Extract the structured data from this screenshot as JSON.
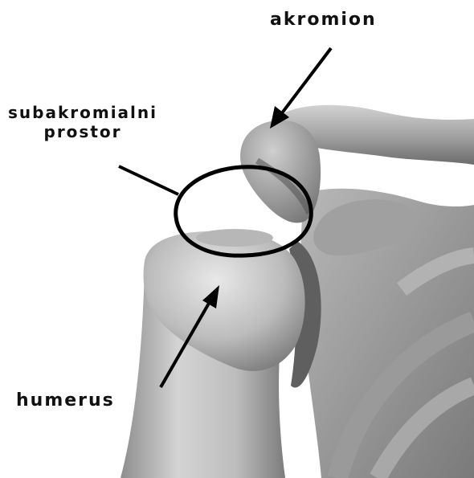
{
  "labels": {
    "akromion": "akromion",
    "subakromialni_line1": "subakromialni",
    "subakromialni_line2": "prostor",
    "humerus": "humerus"
  },
  "colors": {
    "background": "#ffffff",
    "bone_light": "#d6d6d6",
    "bone_mid": "#a9a9a9",
    "bone_dark": "#6e6e6e",
    "annotation": "#000000"
  }
}
